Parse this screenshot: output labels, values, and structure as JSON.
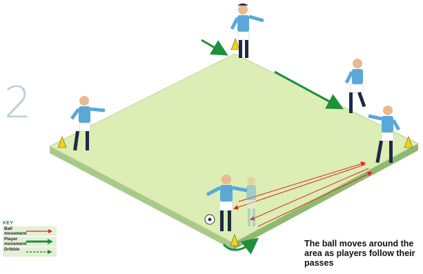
{
  "figure": {
    "step_number": "2",
    "caption": "The ball moves around the area as players follow their passes"
  },
  "key": {
    "title": "KEY",
    "items": [
      {
        "label": "Ball movement",
        "style": "solid-arrow",
        "color": "#e2231a"
      },
      {
        "label": "Player movement",
        "style": "thick-arrow",
        "color": "#1e8f3a"
      },
      {
        "label": "Dribble",
        "style": "dashed-arrow",
        "color": "#1e8f3a"
      }
    ]
  },
  "colors": {
    "pitch_top": "#d9ebb3",
    "pitch_edge": "#9cc27a",
    "kit_shirt": "#5aa8d8",
    "kit_shorts": "#ffffff",
    "kit_socks": "#1f2a44",
    "cone": "#f2d21b",
    "ball_arrow": "#e2231a",
    "player_arrow": "#1e8f3a"
  }
}
